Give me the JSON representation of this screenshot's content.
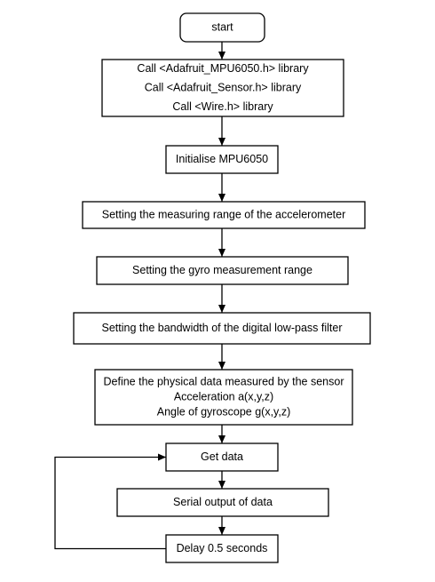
{
  "flowchart": {
    "nodes": [
      {
        "id": "start",
        "shape": "rounded",
        "lines": [
          "start"
        ]
      },
      {
        "id": "libraries",
        "shape": "rect",
        "lines": [
          "Call <Adafruit_MPU6050.h> library",
          "Call <Adafruit_Sensor.h> library",
          "Call <Wire.h> library"
        ]
      },
      {
        "id": "init",
        "shape": "rect",
        "lines": [
          "Initialise MPU6050"
        ]
      },
      {
        "id": "accel-range",
        "shape": "rect",
        "lines": [
          "Setting the measuring range of the accelerometer"
        ]
      },
      {
        "id": "gyro-range",
        "shape": "rect",
        "lines": [
          "Setting the gyro measurement range"
        ]
      },
      {
        "id": "bandwidth",
        "shape": "rect",
        "lines": [
          "Setting the bandwidth of the digital low-pass filter"
        ]
      },
      {
        "id": "define-data",
        "shape": "rect",
        "lines": [
          "Define the physical data measured by the sensor",
          "Acceleration a(x,y,z)",
          "Angle of gyroscope g(x,y,z)"
        ]
      },
      {
        "id": "get-data",
        "shape": "rect",
        "lines": [
          "Get data"
        ]
      },
      {
        "id": "serial-output",
        "shape": "rect",
        "lines": [
          "Serial output of data"
        ]
      },
      {
        "id": "delay",
        "shape": "rect",
        "lines": [
          "Delay 0.5 seconds"
        ]
      }
    ],
    "edges": [
      {
        "from": "start",
        "to": "libraries"
      },
      {
        "from": "libraries",
        "to": "init"
      },
      {
        "from": "init",
        "to": "accel-range"
      },
      {
        "from": "accel-range",
        "to": "gyro-range"
      },
      {
        "from": "gyro-range",
        "to": "bandwidth"
      },
      {
        "from": "bandwidth",
        "to": "define-data"
      },
      {
        "from": "define-data",
        "to": "get-data"
      },
      {
        "from": "get-data",
        "to": "serial-output"
      },
      {
        "from": "serial-output",
        "to": "delay"
      },
      {
        "from": "delay",
        "to": "get-data",
        "kind": "loop-back-left"
      }
    ]
  }
}
